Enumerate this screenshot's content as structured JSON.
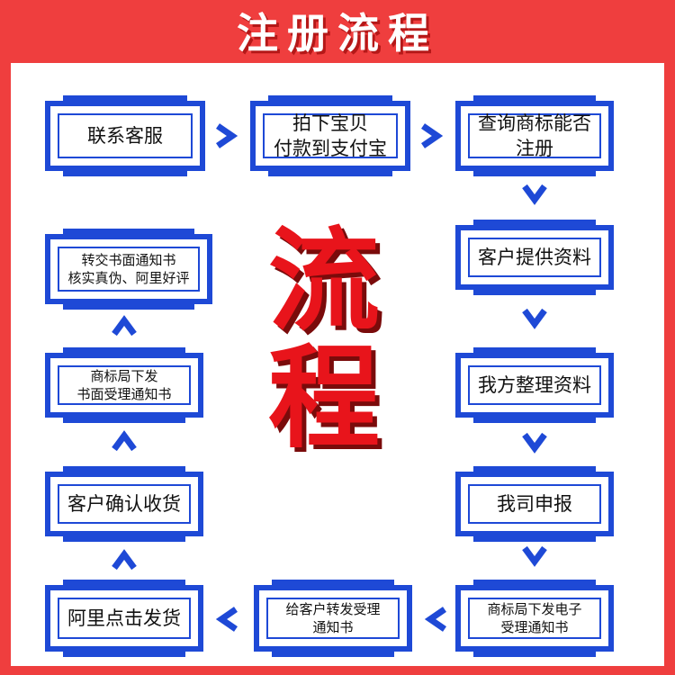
{
  "header": {
    "title": "注册流程"
  },
  "center_title": {
    "line1": "流",
    "line2": "程"
  },
  "steps": [
    {
      "lines": [
        "联系客服"
      ]
    },
    {
      "lines": [
        "拍下宝贝",
        "付款到支付宝"
      ]
    },
    {
      "lines": [
        "查询商标能否",
        "注册"
      ]
    },
    {
      "lines": [
        "客户提供资料"
      ]
    },
    {
      "lines": [
        "我方整理资料"
      ]
    },
    {
      "lines": [
        "我司申报"
      ]
    },
    {
      "lines": [
        "商标局下发电子",
        "受理通知书"
      ]
    },
    {
      "lines": [
        "给客户转发受理",
        "通知书"
      ]
    },
    {
      "lines": [
        "阿里点击发货"
      ]
    },
    {
      "lines": [
        "客户确认收货"
      ]
    },
    {
      "lines": [
        "商标局下发",
        "书面受理通知书"
      ]
    },
    {
      "lines": [
        "转交书面通知书",
        "核实真伪、阿里好评"
      ]
    }
  ],
  "colors": {
    "background": "#ef3e3e",
    "frame": "#1e49d6",
    "center_text": "#e8141b",
    "header_text": "#ffffff"
  },
  "icons": {
    "flow_arrow": "chevron-icon"
  }
}
